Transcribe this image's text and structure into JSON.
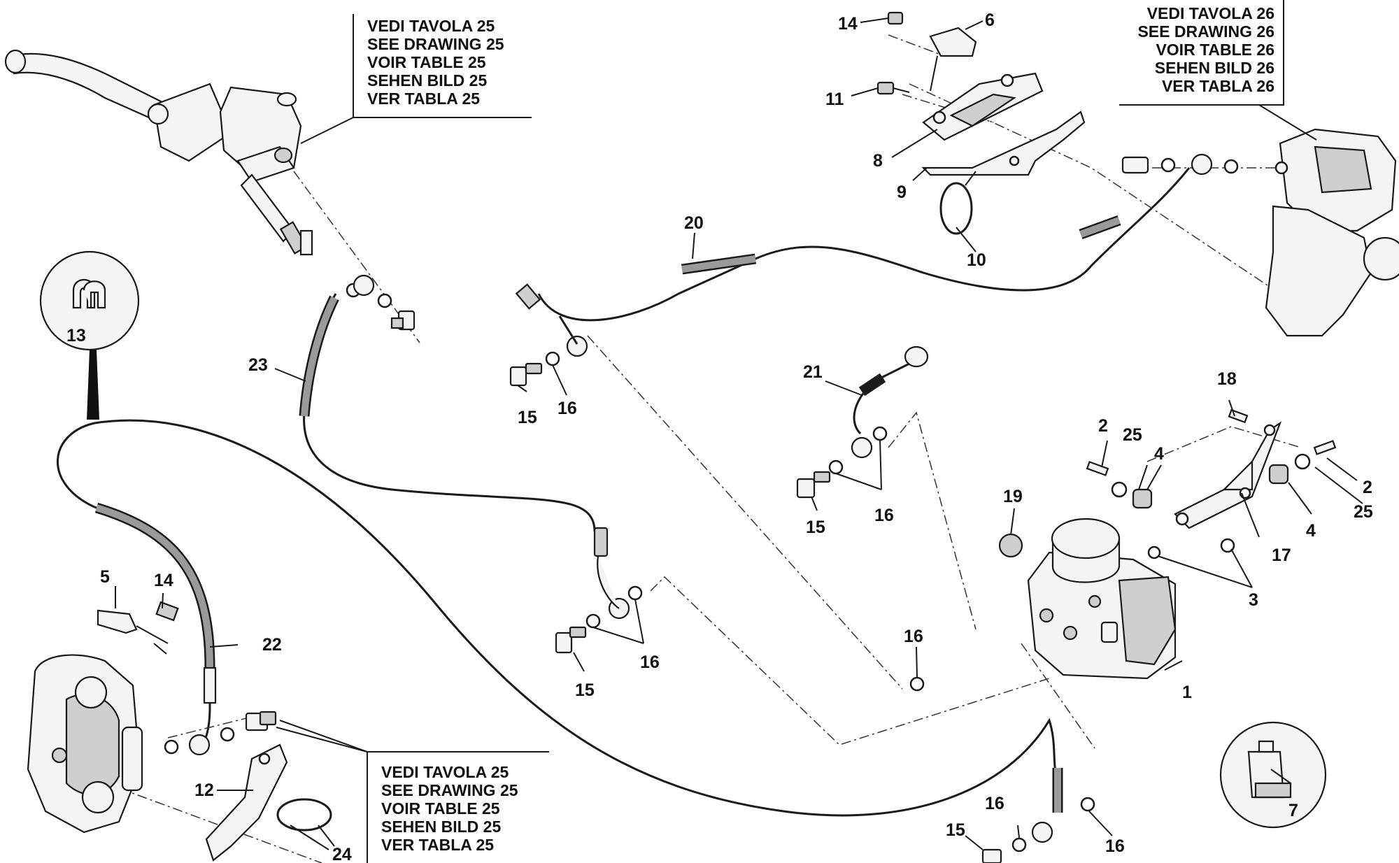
{
  "callouts": {
    "top_left": [
      "VEDI TAVOLA 25",
      "SEE DRAWING 25",
      "VOIR TABLE 25",
      "SEHEN BILD 25",
      "VER TABLA 25"
    ],
    "top_right": [
      "VEDI TAVOLA 26",
      "SEE DRAWING 26",
      "VOIR TABLE 26",
      "SEHEN BILD 26",
      "VER TABLA 26"
    ],
    "bottom": [
      "VEDI TAVOLA 25",
      "SEE DRAWING 25",
      "VOIR TABLE 25",
      "SEHEN BILD 25",
      "VER TABLA 25"
    ]
  },
  "part_numbers": {
    "p1": "1",
    "p2a": "2",
    "p2b": "2",
    "p3": "3",
    "p4a": "4",
    "p4b": "4",
    "p5": "5",
    "p6": "6",
    "p7": "7",
    "p8": "8",
    "p9": "9",
    "p10": "10",
    "p11": "11",
    "p12": "12",
    "p13": "13",
    "p14a": "14",
    "p14b": "14",
    "p15a": "15",
    "p15b": "15",
    "p15c": "15",
    "p15d": "15",
    "p16a": "16",
    "p16b": "16",
    "p16c": "16",
    "p16d": "16",
    "p16e": "16",
    "p16f": "16",
    "p17": "17",
    "p18": "18",
    "p19": "19",
    "p20": "20",
    "p21": "21",
    "p22": "22",
    "p23": "23",
    "p24": "24",
    "p25a": "25",
    "p25b": "25"
  }
}
